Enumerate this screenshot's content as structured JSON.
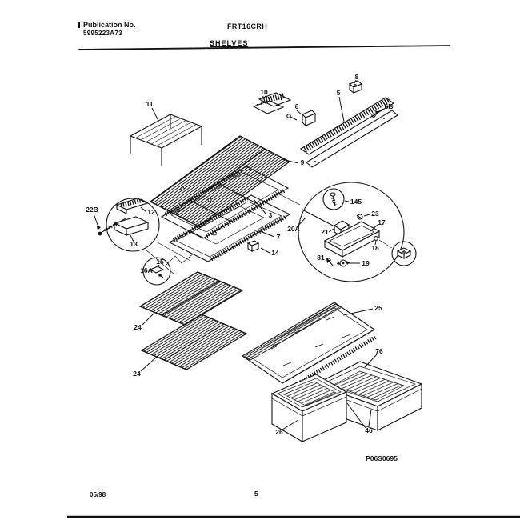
{
  "header": {
    "publication_label": "Publication No.",
    "publication_number": "5995223A73",
    "model": "FRT16CRH",
    "section_title": "SHELVES"
  },
  "footer": {
    "date": "05/98",
    "page_number": "5"
  },
  "diagram_code": "P06S0695",
  "colors": {
    "ink": "#111111",
    "paper": "#ffffff"
  },
  "diagram": {
    "description": "exploded-parts-diagram-refrigerator-shelves",
    "callouts": [
      {
        "label": "11",
        "part": "wire-shelf-small"
      },
      {
        "label": "10",
        "part": "grid-insert"
      },
      {
        "label": "8",
        "part": "bracket"
      },
      {
        "label": "5",
        "part": "shelf-rail"
      },
      {
        "label": "6B",
        "part": "clip"
      },
      {
        "label": "6",
        "part": "bracket-with-screw"
      },
      {
        "label": "9",
        "part": "wire-shelf-large"
      },
      {
        "label": "3",
        "part": "shelf-frame"
      },
      {
        "label": "7",
        "part": "shelf-frame-lower"
      },
      {
        "label": "14",
        "part": "spacer-block"
      },
      {
        "label": "22B",
        "part": "bolt"
      },
      {
        "label": "12",
        "part": "bracket-detail"
      },
      {
        "label": "13",
        "part": "bracket-housing"
      },
      {
        "label": "15",
        "part": "screw-detail"
      },
      {
        "label": "16A",
        "part": "clip-detail"
      },
      {
        "label": "20A",
        "part": "support-rod"
      },
      {
        "label": "145",
        "part": "screw-inset"
      },
      {
        "label": "23",
        "part": "clip"
      },
      {
        "label": "17",
        "part": "support-tray"
      },
      {
        "label": "21",
        "part": "bracket"
      },
      {
        "label": "81",
        "part": "screw"
      },
      {
        "label": "19",
        "part": "wing-nut"
      },
      {
        "label": "18",
        "part": "nut"
      },
      {
        "label": "24",
        "part": "wire-shelf"
      },
      {
        "label": "24",
        "part": "wire-shelf"
      },
      {
        "label": "25",
        "part": "glass-shelf"
      },
      {
        "label": "76",
        "part": "drawer-rail"
      },
      {
        "label": "26",
        "part": "crisper-pan"
      },
      {
        "label": "46",
        "part": "crisper-pan-pair"
      }
    ]
  }
}
